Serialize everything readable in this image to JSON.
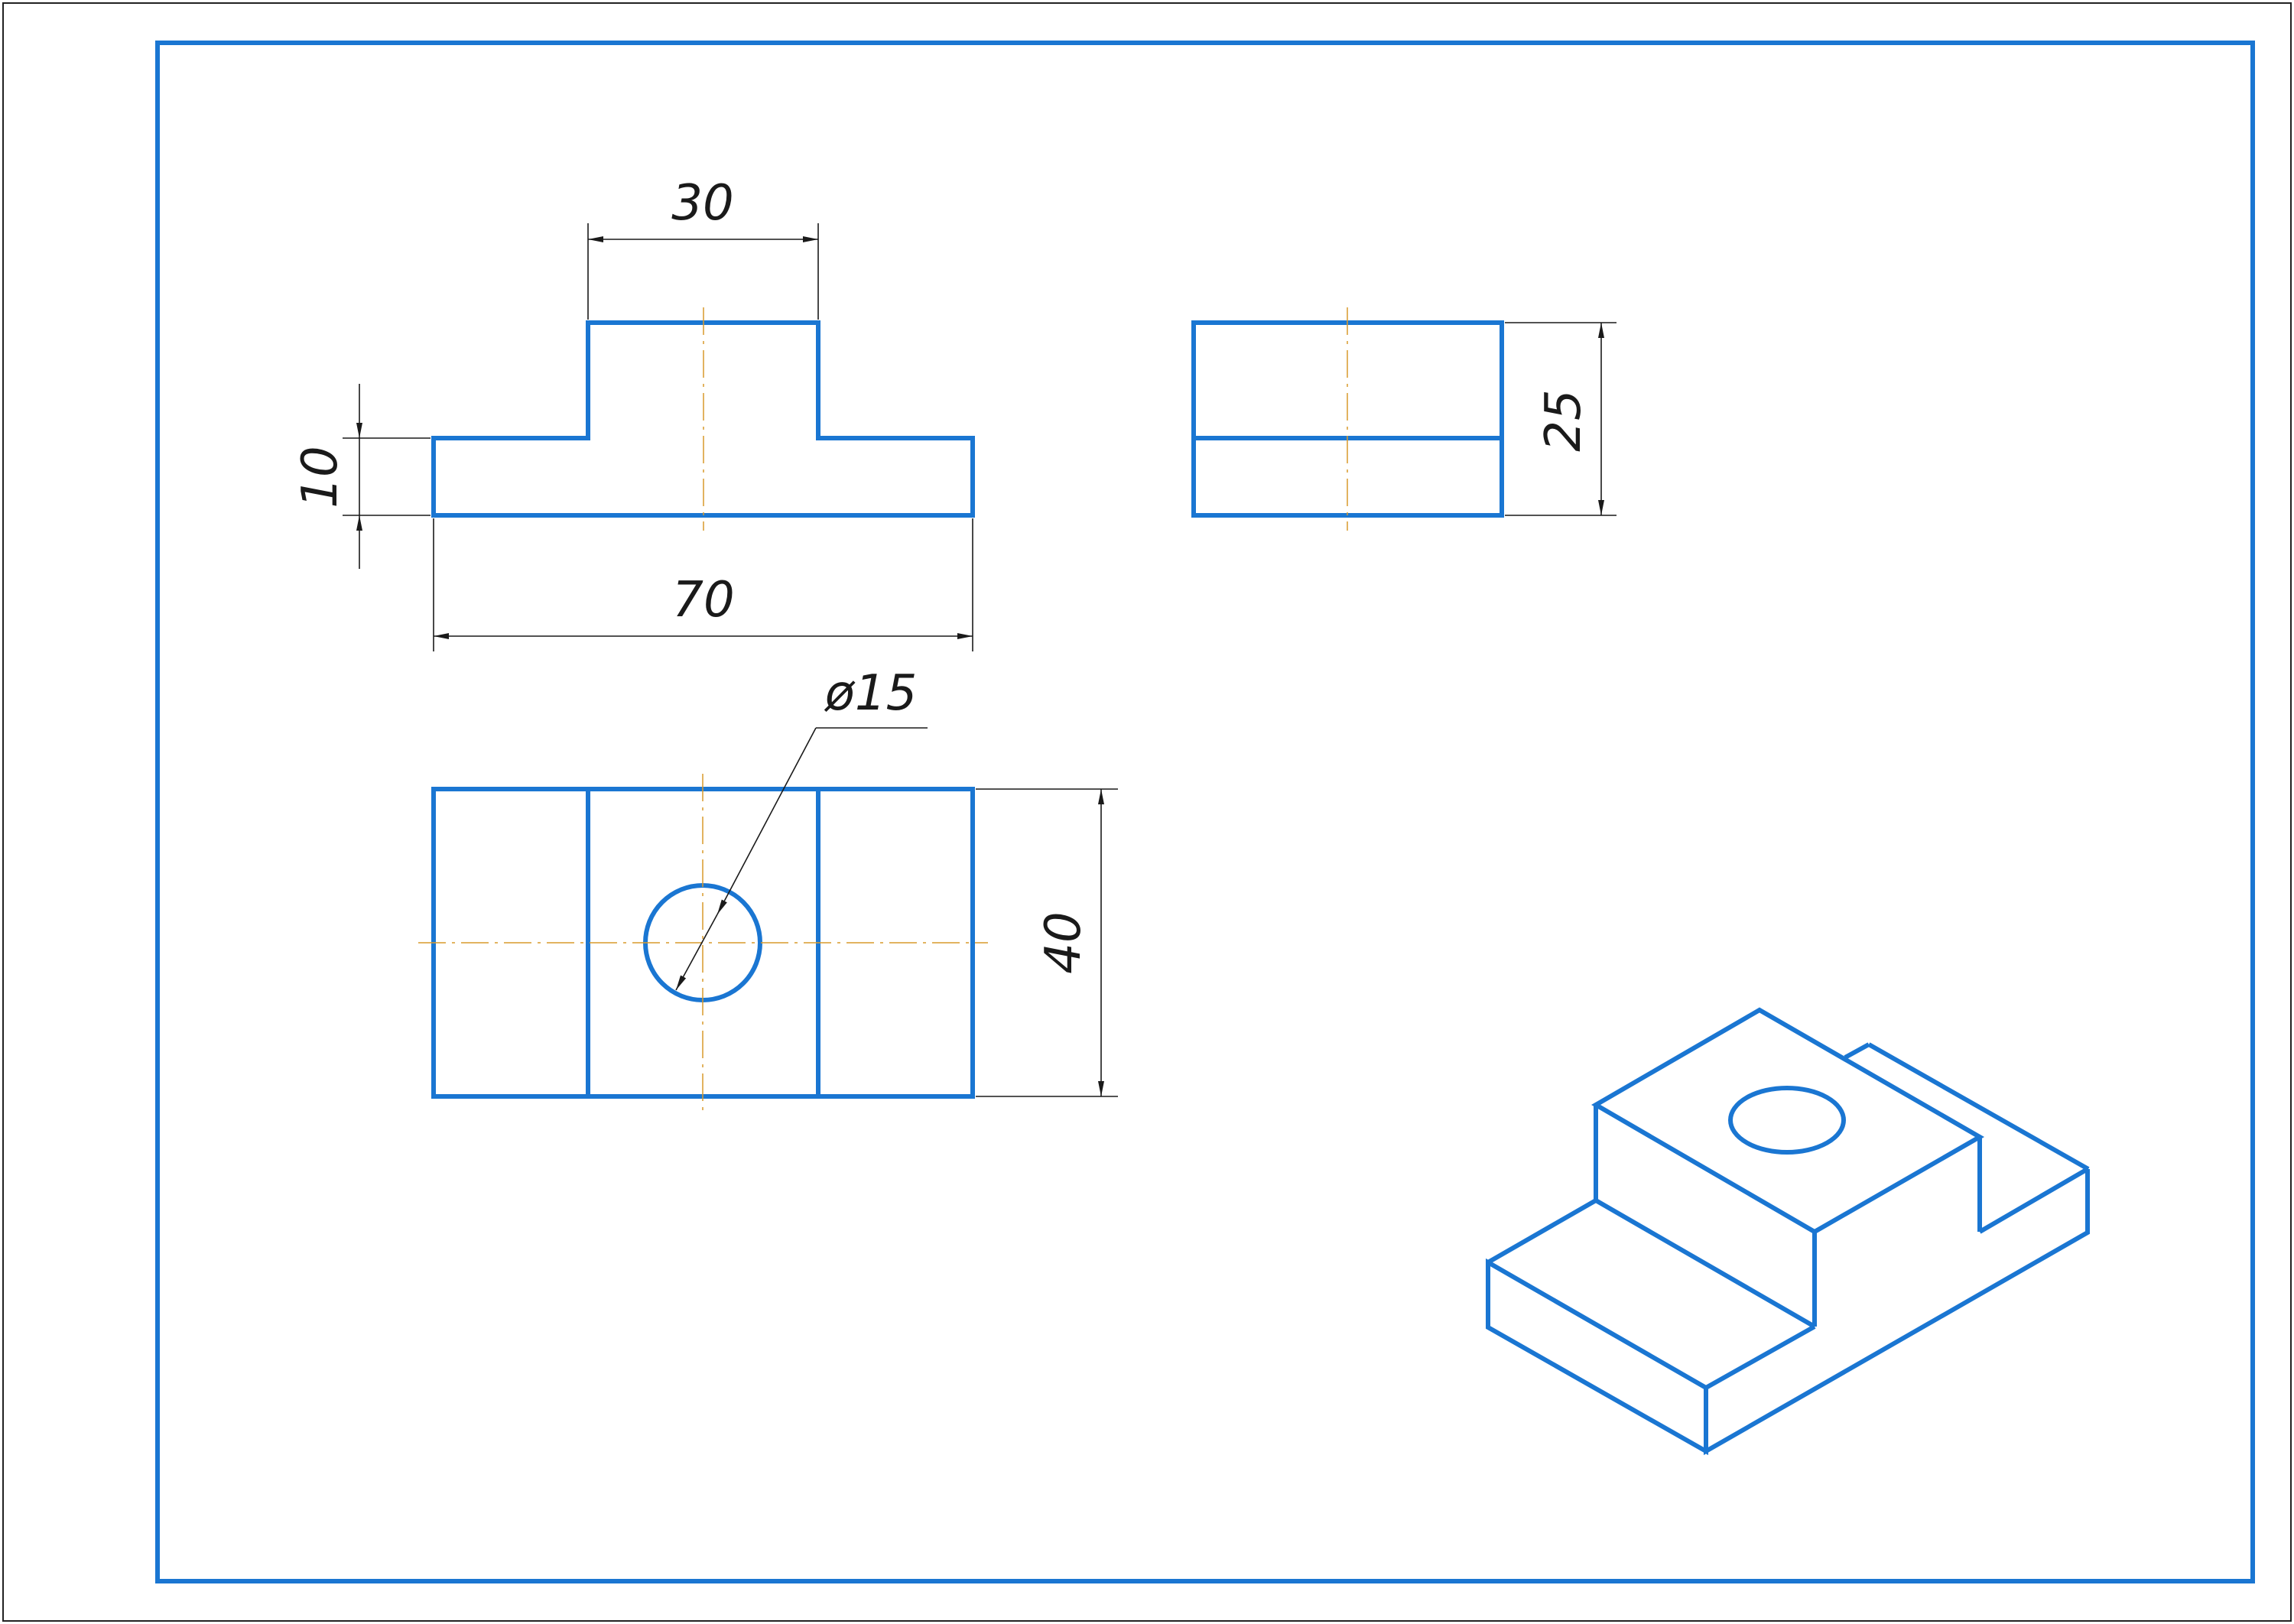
{
  "drawing": {
    "dimensions": {
      "front_width_top": "30",
      "front_height_base": "10",
      "front_width_total": "70",
      "side_height": "25",
      "top_depth": "40",
      "hole_diameter": "ø15"
    }
  },
  "colors": {
    "object_line": "#1a76d2",
    "center_line": "#d99a2b",
    "dimension_line": "#1a1a1a"
  }
}
